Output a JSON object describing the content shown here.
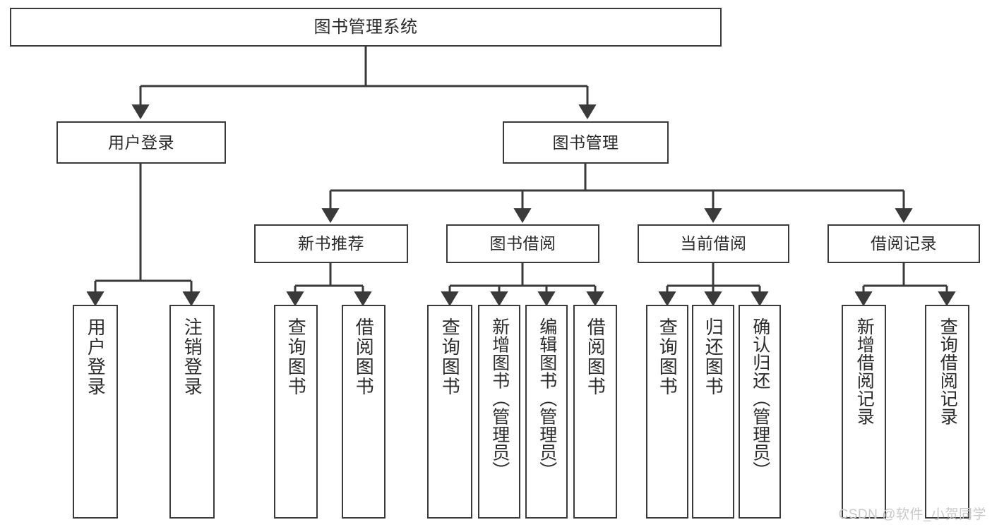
{
  "diagram": {
    "type": "tree",
    "title": "图书管理系统",
    "orientation": "top-down",
    "background": "#ffffff",
    "line_color": "#3a3a3a",
    "box_fill": "#ffffff",
    "text_color": "#2b2b2b"
  },
  "root": {
    "label": "图书管理系统"
  },
  "level1": [
    {
      "label": "用户登录"
    },
    {
      "label": "图书管理"
    }
  ],
  "level2": [
    {
      "label": "新书推荐"
    },
    {
      "label": "图书借阅"
    },
    {
      "label": "当前借阅"
    },
    {
      "label": "借阅记录"
    }
  ],
  "leaves": {
    "user_login": [
      {
        "label": "用户登录"
      },
      {
        "label": "注销登录"
      }
    ],
    "new_book_recommend": [
      {
        "label": "查询图书"
      },
      {
        "label": "借阅图书"
      }
    ],
    "book_borrow": [
      {
        "label": "查询图书"
      },
      {
        "label": "新增图书（管理员）"
      },
      {
        "label": "编辑图书（管理员）"
      },
      {
        "label": "借阅图书"
      }
    ],
    "current_borrow": [
      {
        "label": "查询图书"
      },
      {
        "label": "归还图书"
      },
      {
        "label": "确认归还（管理员）"
      }
    ],
    "borrow_records": [
      {
        "label": "新增借阅记录"
      },
      {
        "label": "查询借阅记录"
      }
    ]
  },
  "watermark": {
    "text": "CSDN @软件_小贺同学"
  }
}
